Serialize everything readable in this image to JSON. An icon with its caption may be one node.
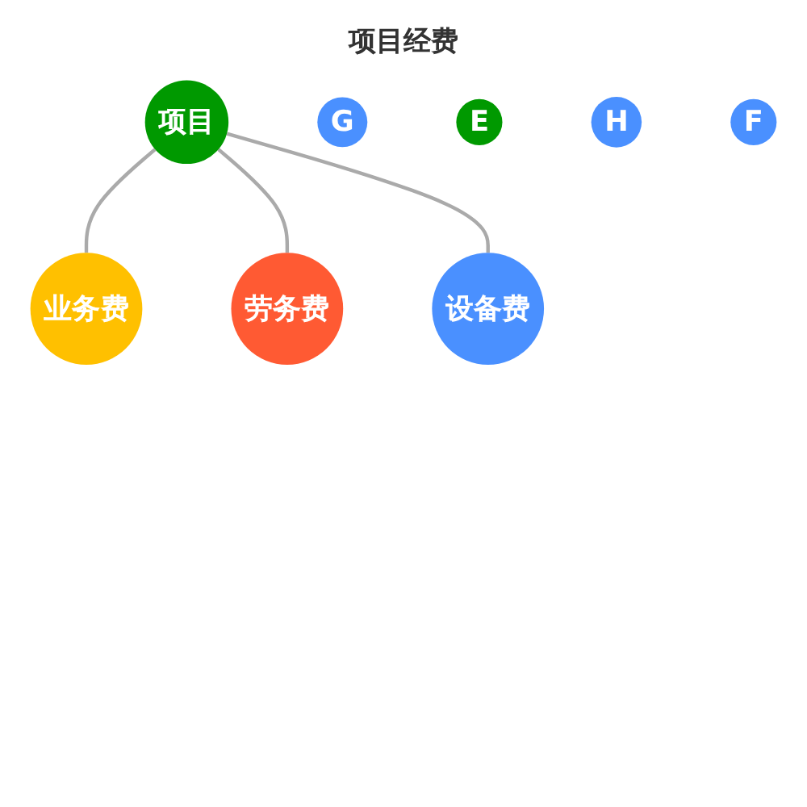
{
  "diagram": {
    "title": "项目经费",
    "nodes": [
      {
        "text": [
          "业务费"
        ]
      },
      {
        "text": [
          "劳务费"
        ]
      },
      {
        "text": [
          "项目"
        ]
      },
      {
        "text": [
          "设备费"
        ]
      },
      {
        "text": [
          "G"
        ]
      },
      {
        "text": [
          "E"
        ]
      },
      {
        "text": [
          "H"
        ]
      },
      {
        "text": [
          "F"
        ]
      }
    ],
    "edges": [
      {
        "from": 2,
        "to": 0,
        "arrow": "none"
      },
      {
        "from": 2,
        "to": 1,
        "arrow": "none"
      },
      {
        "from": 2,
        "to": 3,
        "arrow": "none"
      }
    ]
  }
}
